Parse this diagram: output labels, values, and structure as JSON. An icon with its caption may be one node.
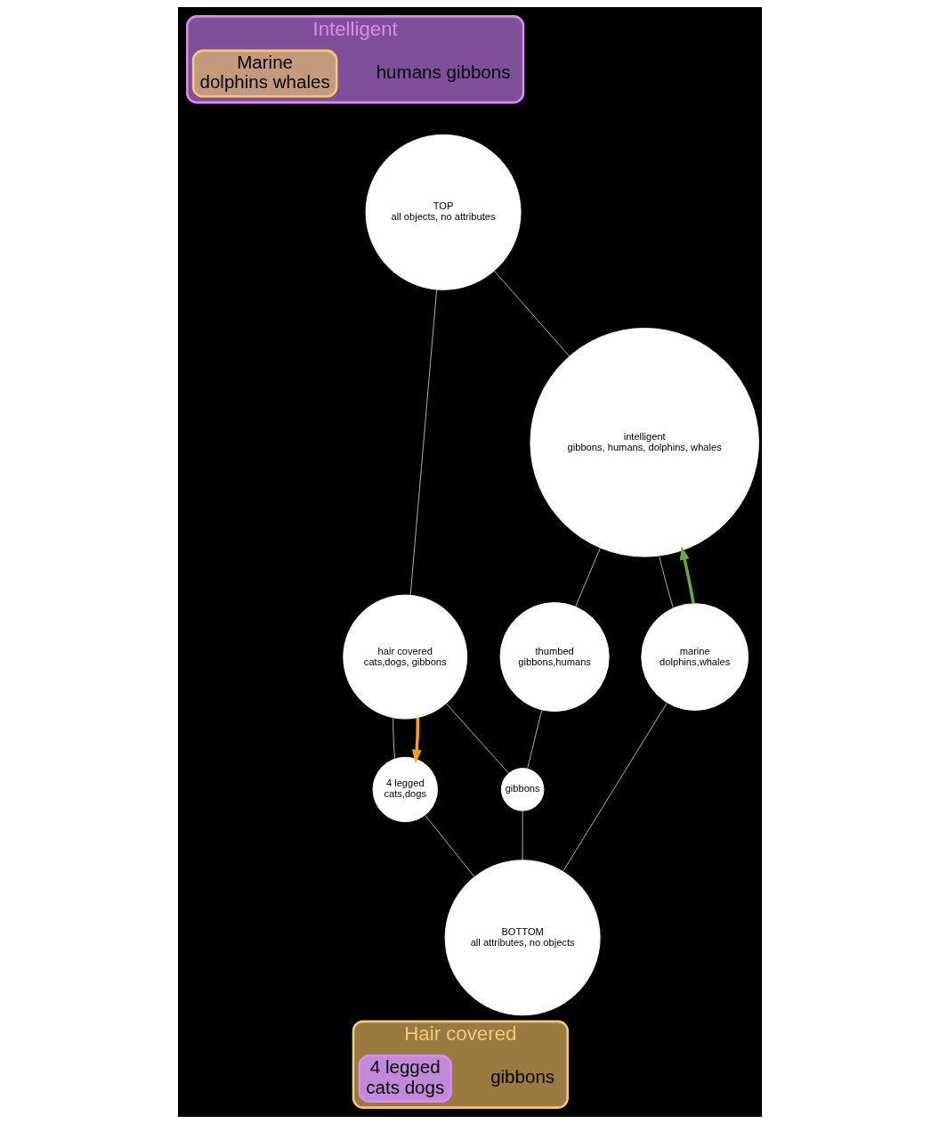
{
  "diagram": {
    "nodes": [
      {
        "text": [
          "Intelligent",
          "humans gibbons"
        ]
      },
      {
        "text": [
          "Marine",
          "dolphins whales"
        ],
        "in": 0
      },
      {
        "text": [
          "TOP",
          "all objects, no attributes"
        ]
      },
      {
        "text": [
          "hair covered",
          "cats,dogs, gibbons"
        ]
      },
      {
        "text": [
          "intelligent",
          "gibbons, humans, dolphins, whales"
        ]
      },
      {
        "text": [
          "thumbed",
          "gibbons,humans"
        ]
      },
      {
        "text": [
          "4 legged",
          "cats,dogs"
        ]
      },
      {
        "text": [
          "gibbons"
        ]
      },
      {
        "text": [
          "marine",
          "dolphins,whales"
        ]
      },
      {
        "text": [
          "BOTTOM",
          "all attributes, no objects"
        ]
      },
      {
        "text": [
          "Hair covered",
          "gibbons"
        ]
      },
      {
        "text": [
          "4 legged",
          "cats dogs"
        ],
        "in": 10
      }
    ],
    "edges": [
      {
        "from": 2,
        "to": 3,
        "arrow": "none"
      },
      {
        "from": 2,
        "to": 4,
        "arrow": "none"
      },
      {
        "from": 3,
        "to": 6,
        "arrow": "none"
      },
      {
        "from": 3,
        "to": 7,
        "arrow": "none"
      },
      {
        "from": 4,
        "to": 5,
        "arrow": "none"
      },
      {
        "from": 4,
        "to": 8,
        "arrow": "none"
      },
      {
        "from": 5,
        "to": 7,
        "arrow": "none"
      },
      {
        "from": 6,
        "to": 9,
        "arrow": "none"
      },
      {
        "from": 7,
        "to": 9,
        "arrow": "none"
      },
      {
        "from": 8,
        "to": 9,
        "arrow": "none"
      },
      {
        "from": 3,
        "to": 6,
        "arrow": "to",
        "style": "thick",
        "color": "#ffa500"
      },
      {
        "from": 8,
        "to": 4,
        "arrow": "to",
        "style": "thick",
        "color": "#6aaa3a"
      }
    ]
  }
}
